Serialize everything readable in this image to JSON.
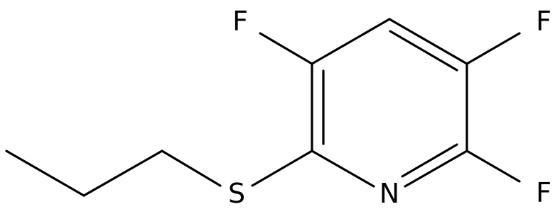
{
  "structure": {
    "atoms": {
      "fluorine_top_left": "F",
      "fluorine_top_right": "F",
      "fluorine_bottom_right": "F",
      "nitrogen": "N",
      "sulfur": "S"
    },
    "colors": {
      "bond": "#000000",
      "label": "#000000",
      "background": "#ffffff"
    }
  }
}
